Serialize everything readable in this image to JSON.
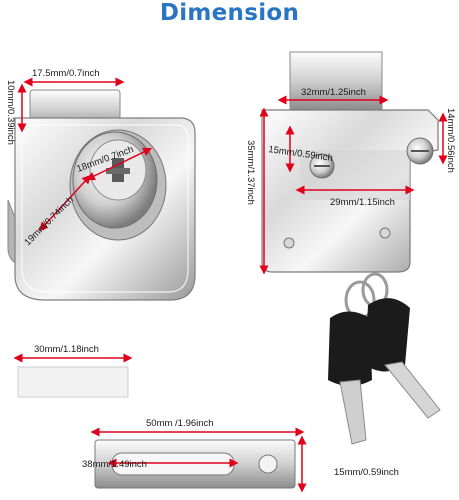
{
  "title": "Dimension",
  "labels": {
    "lock_top_width": "17.5mm/0.7inch",
    "lock_left_height": "10mm/0.39inch",
    "cylinder_diameter": "18mm/0.7inch",
    "cylinder_depth": "19mm/0.74inch",
    "latch_top_width": "32mm/1.25inch",
    "latch_inner_offset": "15mm/0.59inch",
    "latch_right_height": "14mm/0.56inch",
    "latch_total_height": "35mm/1.37inch",
    "latch_plate_width": "29mm/1.15inch",
    "pad_width": "30mm/1.18inch",
    "strike_length": "50mm /1.96inch",
    "strike_slot": "38mm/1.49inch",
    "strike_height": "15mm/0.59inch"
  },
  "colors": {
    "title": "#2a74c4",
    "dimension_line": "#e0001b",
    "chrome_light": "#f4f4f4",
    "chrome_dark": "#8a8a8a",
    "key_black": "#1b1b1b"
  },
  "icons": [
    "key-icon",
    "lock-icon"
  ]
}
